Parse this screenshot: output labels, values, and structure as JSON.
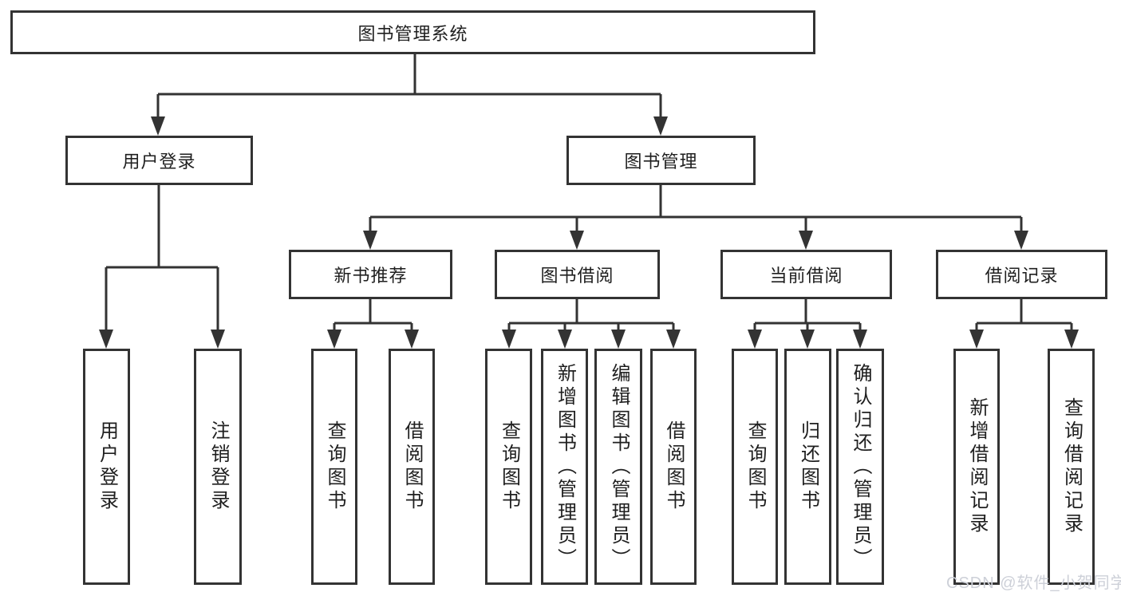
{
  "diagram": {
    "root": "图书管理系统",
    "login": {
      "label": "用户登录",
      "children": [
        "用户登录",
        "注销登录"
      ]
    },
    "management": {
      "label": "图书管理",
      "sections": [
        {
          "label": "新书推荐",
          "children": [
            "查询图书",
            "借阅图书"
          ]
        },
        {
          "label": "图书借阅",
          "children": [
            "查询图书",
            "新增图书（管理员）",
            "编辑图书（管理员）",
            "借阅图书"
          ]
        },
        {
          "label": "当前借阅",
          "children": [
            "查询图书",
            "归还图书",
            "确认归还（管理员）"
          ]
        },
        {
          "label": "借阅记录",
          "children": [
            "新增借阅记录",
            "查询借阅记录"
          ]
        }
      ]
    }
  },
  "watermark": {
    "text": "CSDN @软件_小贺同学"
  },
  "colors": {
    "line": "#333333",
    "text": "#1f1f1f",
    "background": "#ffffff",
    "watermark": "#cdd0d8"
  }
}
